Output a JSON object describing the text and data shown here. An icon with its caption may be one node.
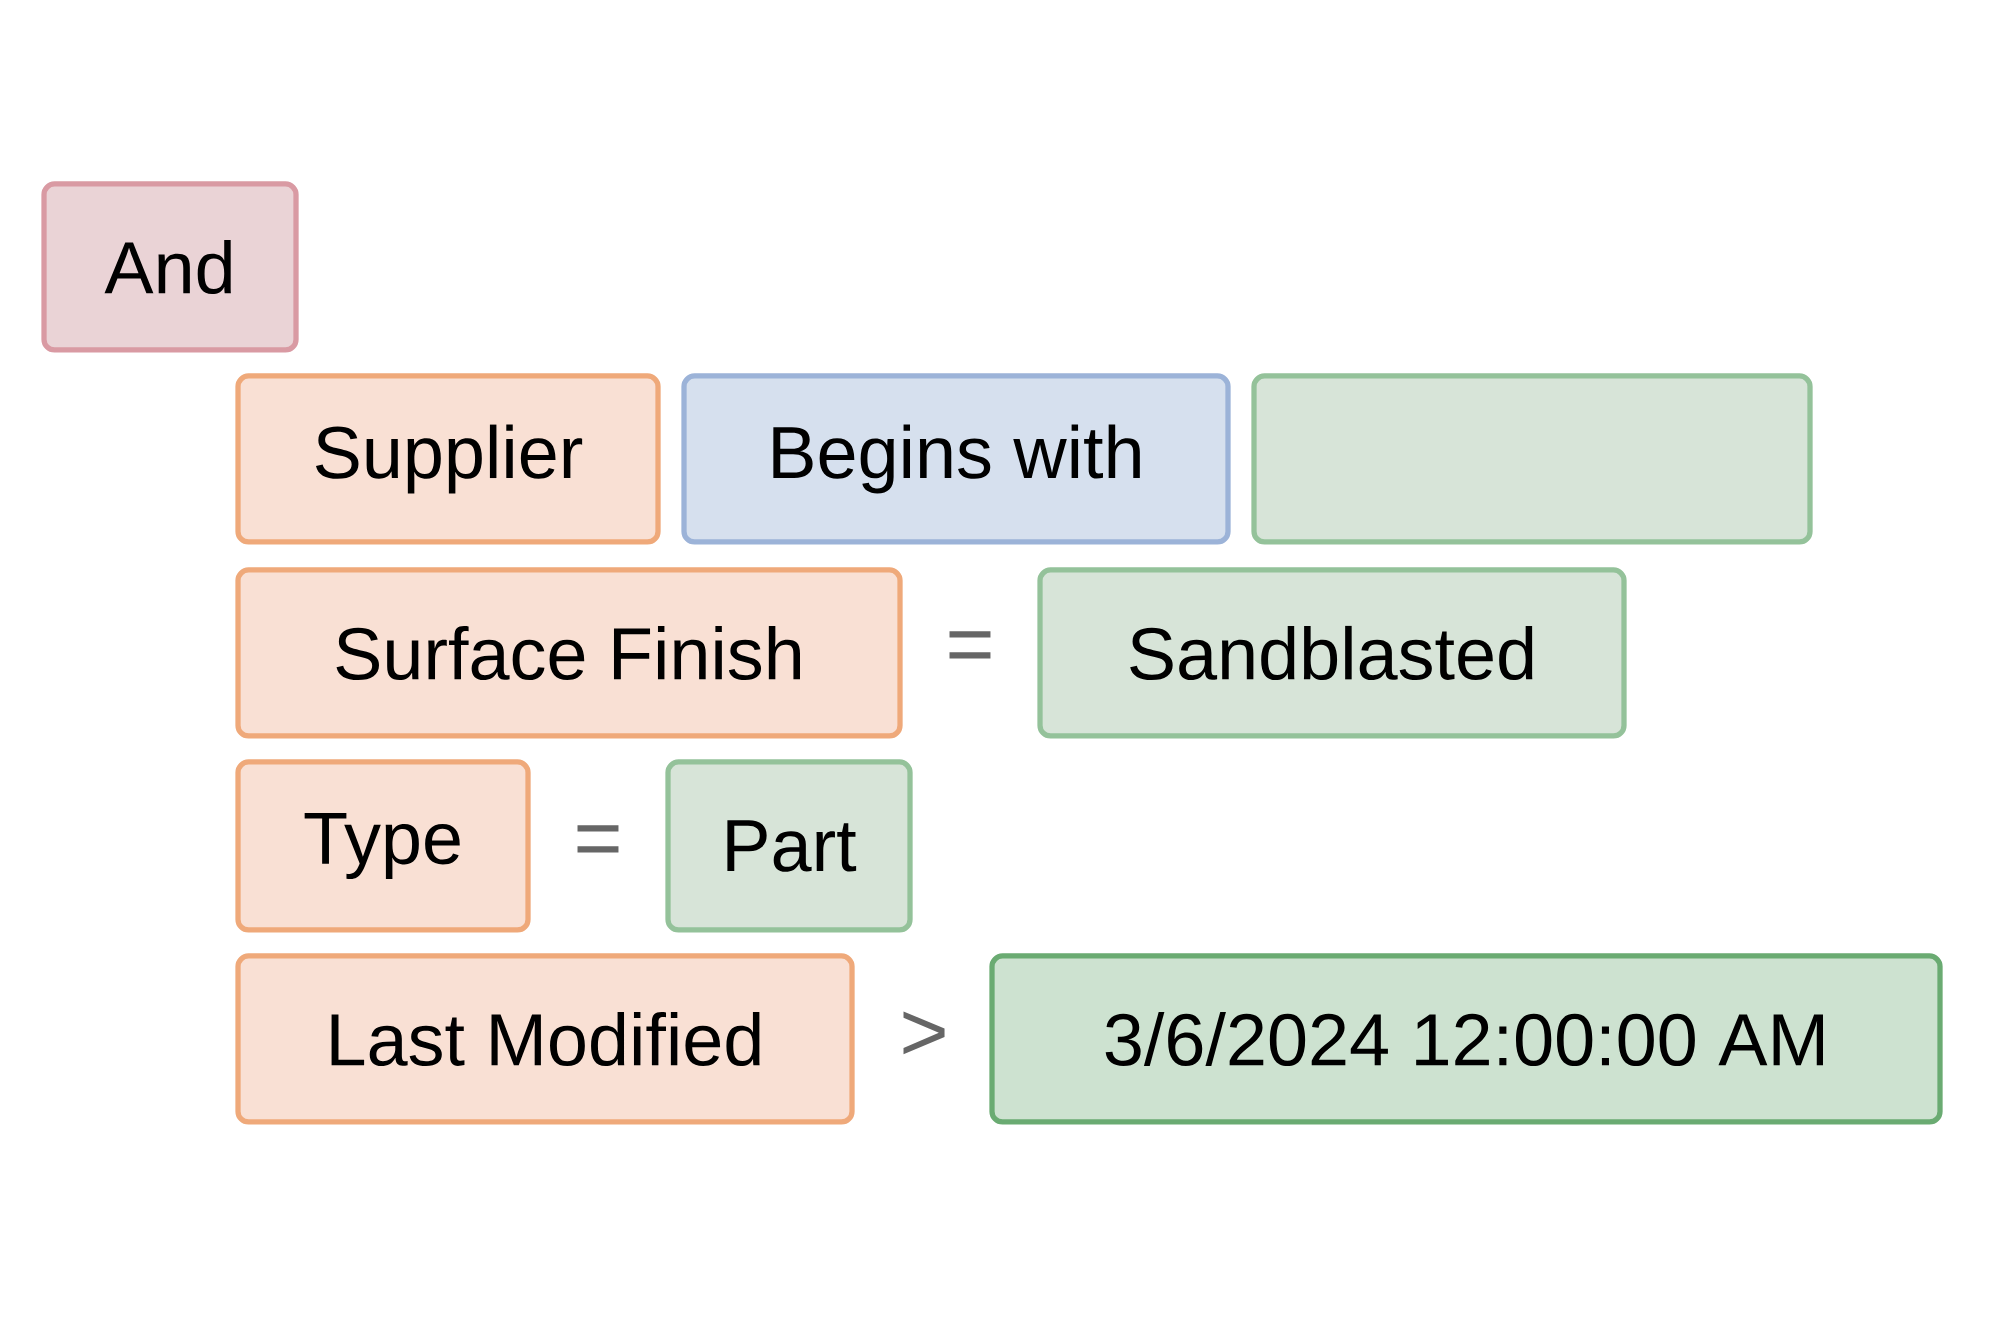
{
  "diagram": {
    "nodes": [
      {
        "text": [
          "And"
        ]
      },
      {
        "text": [
          "Supplier"
        ]
      },
      {
        "text": [
          "Begins with"
        ]
      },
      {
        "text": [],
        "shape": "box"
      },
      {
        "text": [
          "Surface Finish"
        ]
      },
      {
        "text": [
          "Sandblasted"
        ]
      },
      {
        "text": [
          "Type"
        ]
      },
      {
        "text": [
          "Part"
        ]
      },
      {
        "text": [
          "Last Modified"
        ]
      },
      {
        "text": [
          "3/6/2024 12:00:00 AM"
        ]
      }
    ],
    "labels": [
      "=",
      "=",
      ">"
    ]
  }
}
